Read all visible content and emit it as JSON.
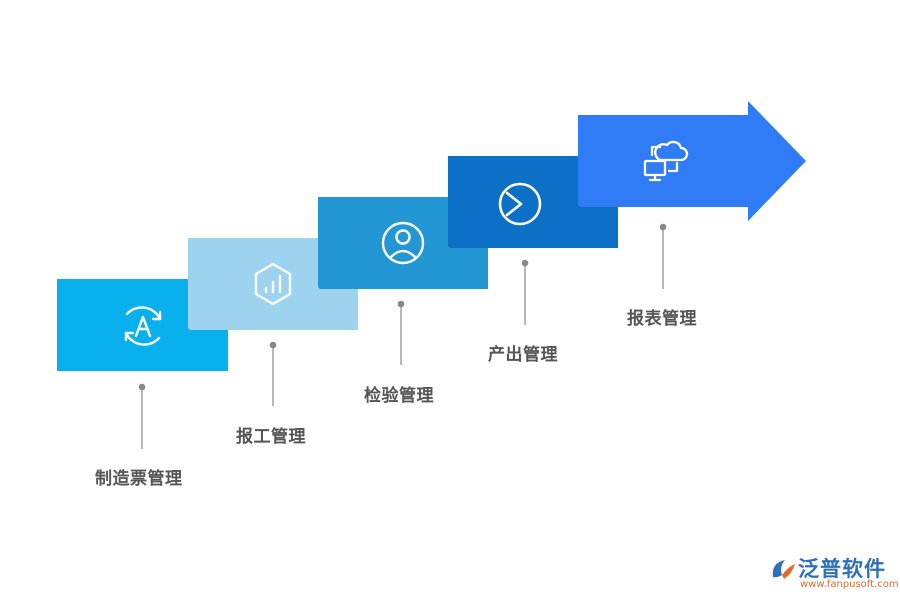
{
  "steps": [
    {
      "label": "制造票管理",
      "color": "#08b0ee",
      "icon": "a-cycle-icon"
    },
    {
      "label": "报工管理",
      "color": "#9dd3ef",
      "icon": "hexagon-chart-icon"
    },
    {
      "label": "检验管理",
      "color": "#2397d4",
      "icon": "user-circle-icon"
    },
    {
      "label": "产出管理",
      "color": "#0b70c6",
      "icon": "pie-slice-icon"
    },
    {
      "label": "报表管理",
      "color": "#2f7cf6",
      "icon": "cloud-computer-icon"
    }
  ],
  "fold_color": "#5f73b9",
  "connector_color": "#888888",
  "logo": {
    "name": "泛普软件",
    "url": "www.fanpusoft.com"
  }
}
